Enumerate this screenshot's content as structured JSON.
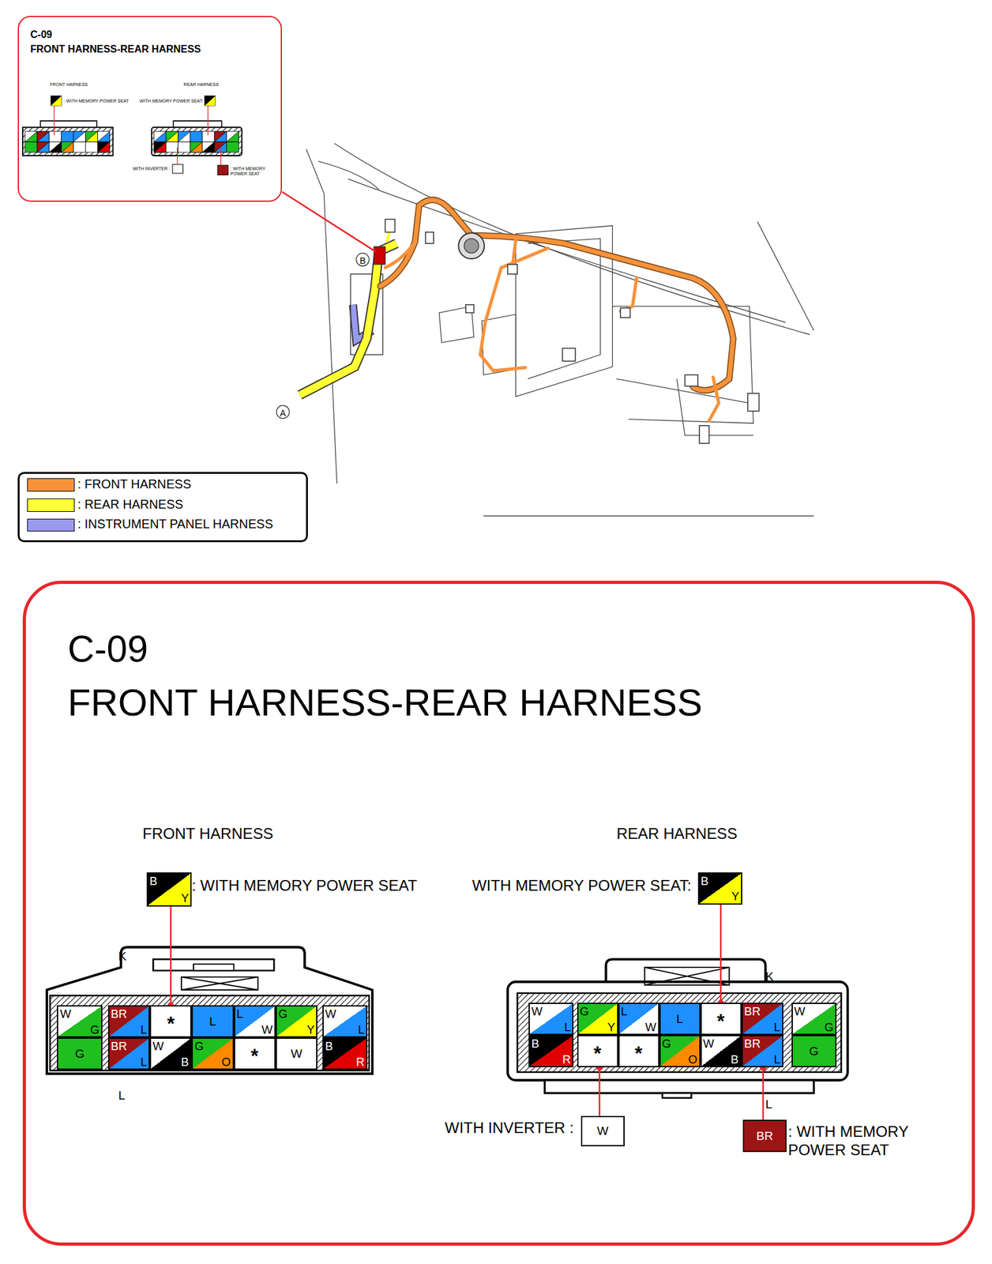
{
  "diagram": {
    "nodes": [
      {
        "text": [
          "C-09",
          "FRONT HARNESS-REAR HARNESS"
        ]
      },
      {
        "text": [
          "C-09",
          "FRONT HARNESS-REAR HARNESS"
        ]
      },
      {
        "text": [
          "B",
          "Y"
        ],
        "in": 1
      },
      {
        "text": [
          "W",
          "G"
        ],
        "in": 1
      },
      {
        "text": [
          "BR",
          "L"
        ],
        "in": 1
      },
      {
        "text": [
          "*"
        ],
        "in": 1
      },
      {
        "text": [
          "L"
        ],
        "in": 1
      },
      {
        "text": [
          "L",
          "W"
        ],
        "in": 1
      },
      {
        "text": [
          "G",
          "Y"
        ],
        "in": 1
      },
      {
        "text": [
          "W",
          "L"
        ],
        "in": 1
      },
      {
        "text": [
          "G"
        ],
        "in": 1
      },
      {
        "text": [
          "BR",
          "L"
        ],
        "in": 1
      },
      {
        "text": [
          "W",
          "B"
        ],
        "in": 1
      },
      {
        "text": [
          "G",
          "O"
        ],
        "in": 1
      },
      {
        "text": [
          "*"
        ],
        "in": 1
      },
      {
        "text": [
          "W"
        ],
        "in": 1
      },
      {
        "text": [
          "B",
          "R"
        ],
        "in": 1
      },
      {
        "text": [
          "B",
          "Y"
        ],
        "in": 1
      },
      {
        "text": [
          "W",
          "L"
        ],
        "in": 1
      },
      {
        "text": [
          "G",
          "Y"
        ],
        "in": 1
      },
      {
        "text": [
          "L",
          "W"
        ],
        "in": 1
      },
      {
        "text": [
          "L"
        ],
        "in": 1
      },
      {
        "text": [
          "*"
        ],
        "in": 1
      },
      {
        "text": [
          "BR",
          "L"
        ],
        "in": 1
      },
      {
        "text": [
          "W",
          "G"
        ],
        "in": 1
      },
      {
        "text": [
          "B",
          "R"
        ],
        "in": 1
      },
      {
        "text": [
          "*"
        ],
        "in": 1
      },
      {
        "text": [
          "*"
        ],
        "in": 1
      },
      {
        "text": [
          "G",
          "O"
        ],
        "in": 1
      },
      {
        "text": [
          "W",
          "B"
        ],
        "in": 1
      },
      {
        "text": [
          "BR",
          "L"
        ],
        "in": 1
      },
      {
        "text": [
          "G"
        ],
        "in": 1
      },
      {
        "text": [
          "W"
        ],
        "in": 1
      },
      {
        "text": [
          "BR"
        ],
        "in": 1
      }
    ],
    "edges": [
      {
        "from": 5,
        "to": 2,
        "arrow": "none"
      },
      {
        "from": 22,
        "to": 17,
        "arrow": "none"
      },
      {
        "from": 26,
        "to": 32,
        "arrow": "none"
      },
      {
        "from": 30,
        "to": 33,
        "arrow": "none"
      }
    ],
    "labels": [
      "FRONT HARNESS",
      "REAR HARNESS",
      ": WITH MEMORY POWER SEAT",
      "WITH MEMORY POWER SEAT:",
      "WITH INVERTER :",
      ": WITH MEMORY POWER SEAT",
      "B",
      "A",
      "FRONT HARNESS",
      ": WITH MEMORY POWER SEAT",
      "K",
      "L",
      "REAR HARNESS",
      "WITH MEMORY POWER SEAT:",
      "K",
      "L",
      "WITH INVERTER :",
      ": WITH MEMORY POWER SEAT"
    ],
    "legend": [
      {
        "text": ": FRONT HARNESS",
        "color": "#F7923A"
      },
      {
        "text": ": REAR HARNESS",
        "color": "#FFFF33"
      },
      {
        "text": ": INSTRUMENT PANEL HARNESS",
        "color": "#9999EE"
      }
    ]
  }
}
